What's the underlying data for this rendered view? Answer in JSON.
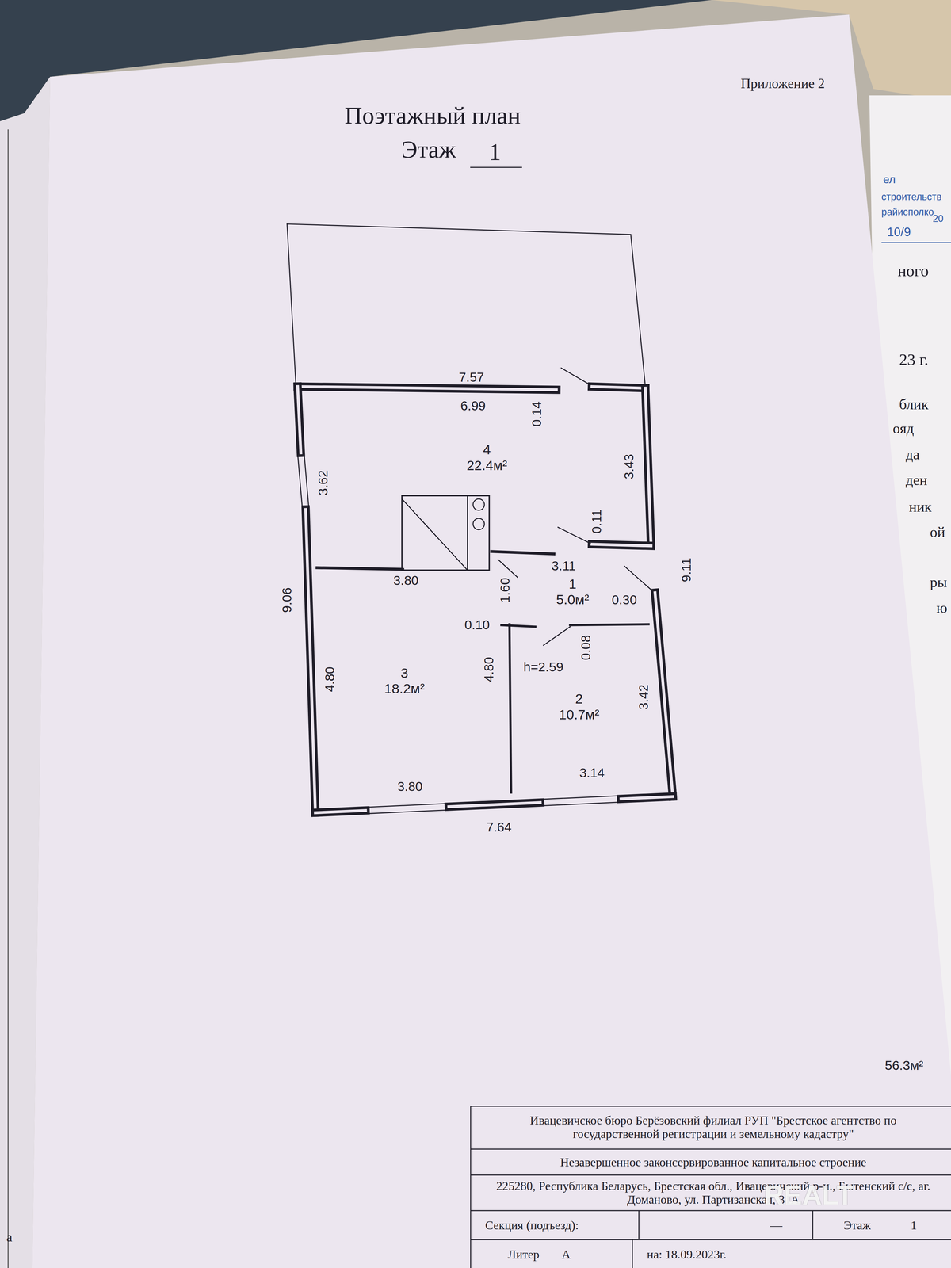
{
  "diagram": {
    "title": "Поэтажный план",
    "nodes": [
      {
        "text": [
          "4",
          "22.4м²"
        ]
      },
      {
        "text": [
          "1",
          "5.0м²"
        ]
      },
      {
        "text": [
          "3",
          "18.2м²"
        ]
      },
      {
        "text": [
          "2",
          "10.7м²"
        ]
      }
    ],
    "labels": [
      "Приложение 2",
      "Этаж",
      "1",
      "7.57",
      "6.99",
      "0.14",
      "3.62",
      "3.43",
      "0.11",
      "3.80",
      "3.11",
      "1.60",
      "9.06",
      "9.11",
      "0.30",
      "0.10",
      "0.08",
      "h=2.59",
      "4.80",
      "4.80",
      "3.42",
      "3.80",
      "3.14",
      "7.64",
      "56.3м²",
      "Ивацевичское бюро Берёзовский филиал РУП \"Брестское агентство по государственной регистрации и земельному кадастру\"",
      "Незавершенное законсервированное капитальное строение",
      "225280, Республика Беларусь, Брестская обл., Ивацевичский р-н., Бытенский с/с, аг. Доманово, ул. Партизанская, 31А",
      "Секция (подъезд):",
      "—",
      "Этаж",
      "1",
      "Литер",
      "А",
      "на: 18.09.2023г.",
      "REALT",
      "ел",
      "строительств",
      "райисполко",
      "20",
      "10/9",
      "ного",
      "23 г.",
      "блик",
      "ояд",
      "да",
      "ден",
      "ник",
      "ой",
      "ры",
      "ю",
      "а"
    ]
  }
}
